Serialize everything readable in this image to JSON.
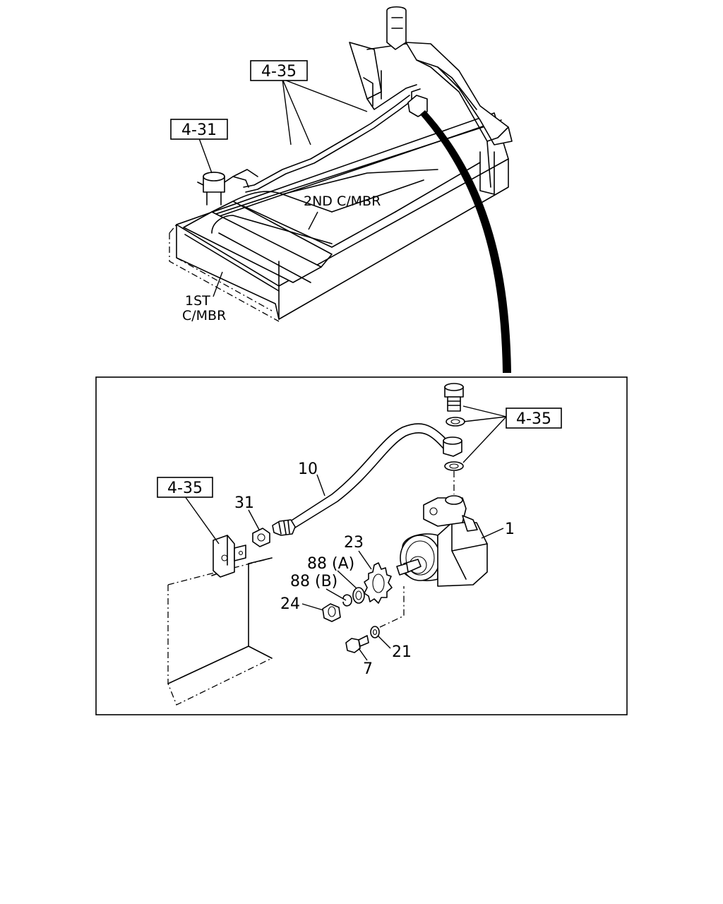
{
  "labels": {
    "ref_top_pipe": "4-35",
    "ref_top_tank": "4-31",
    "second_member": "2ND C/MBR",
    "first_member_line1": "1ST",
    "first_member_line2": "C/MBR",
    "ref_detail_bracket": "4-35",
    "ref_detail_fitting": "4-35",
    "part_pump": "1",
    "part_pipe": "10",
    "part_nut_31": "31",
    "part_gear": "23",
    "part_washer_a": "88 (A)",
    "part_washer_b": "88 (B)",
    "part_nut_24": "24",
    "part_washer_21": "21",
    "part_bolt": "7"
  }
}
